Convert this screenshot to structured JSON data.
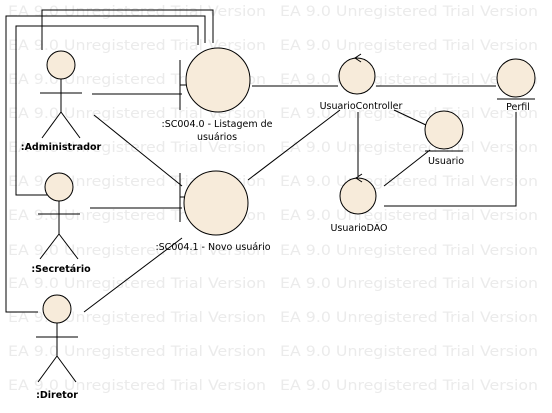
{
  "watermark": {
    "text": "EA 9.0 Unregistered Trial Version"
  },
  "actors": {
    "administrador": ":Administrador",
    "secretario": ":Secretário",
    "diretor": ":Diretor"
  },
  "boundaries": {
    "listagem": {
      "line1": ":SC004.0 - Listagem de",
      "line2": "usuários"
    },
    "novo": ":SC004.1 - Novo usuário"
  },
  "controls": {
    "usuario_controller": "UsuarioController",
    "usuario_dao": "UsuarioDAO"
  },
  "entities": {
    "perfil": "Perfil",
    "usuario": "Usuario"
  },
  "colors": {
    "shape_fill": "#f7ebda",
    "watermark": "#ebebeb"
  }
}
